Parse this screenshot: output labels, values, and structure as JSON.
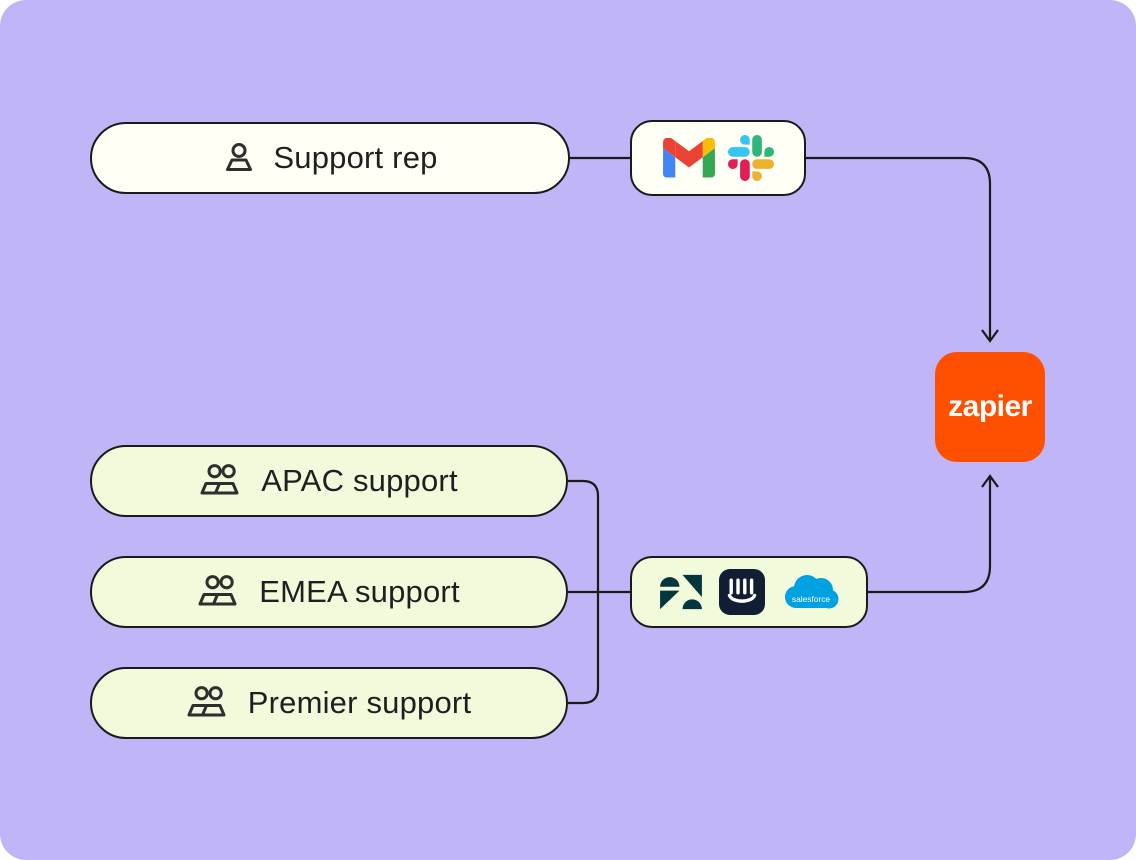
{
  "colors": {
    "canvas-bg": "#c0b6f7",
    "page-bg": "#ffffff",
    "node-ivory": "#fffff5",
    "node-green": "#f1fbdb",
    "stroke": "#1a1a1a",
    "ink": "#1f1f1f",
    "zapier-orange": "#ff4f00",
    "gmail-blue": "#4285f4",
    "gmail-green": "#34a853",
    "gmail-yellow": "#fbbc04",
    "gmail-red": "#ea4335",
    "slack-blue": "#36c5f0",
    "slack-green": "#2eb67d",
    "slack-red": "#e01e5a",
    "slack-yellow": "#ecb22e",
    "zendesk-teal": "#03363d",
    "intercom-navy": "#101d33",
    "salesforce-blue": "#00a1e0"
  },
  "nodes": {
    "support_rep": {
      "label": "Support rep",
      "icon": "person-icon"
    },
    "apac": {
      "label": "APAC support",
      "icon": "users-icon"
    },
    "emea": {
      "label": "EMEA support",
      "icon": "users-icon"
    },
    "premier": {
      "label": "Premier support",
      "icon": "users-icon"
    },
    "channel_apps": {
      "icons": [
        "gmail-icon",
        "slack-icon"
      ]
    },
    "helpdesk_apps": {
      "icons": [
        "zendesk-icon",
        "intercom-icon",
        "salesforce-icon"
      ]
    },
    "zapier": {
      "label": "zapier"
    },
    "salesforce": {
      "wordmark": "salesforce"
    }
  }
}
